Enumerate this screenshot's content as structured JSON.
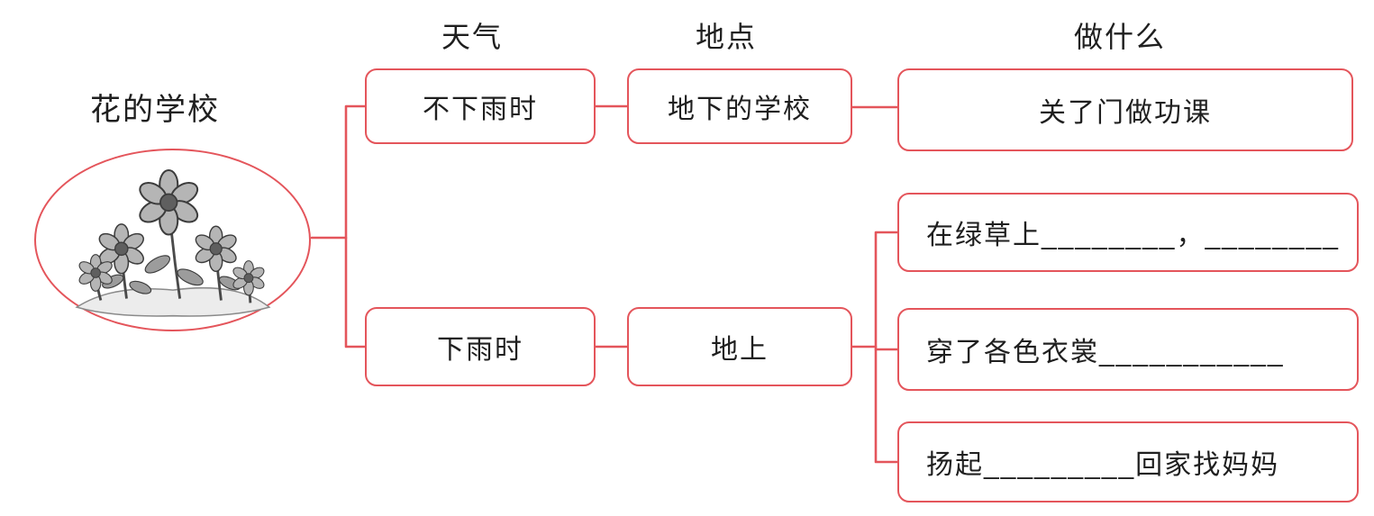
{
  "colors": {
    "accent": "#e4555b",
    "text": "#1f1f1f",
    "background": "#ffffff"
  },
  "root": {
    "title": "花的学校"
  },
  "headers": {
    "weather": "天气",
    "place": "地点",
    "action": "做什么"
  },
  "branches": {
    "no_rain": {
      "weather": "不下雨时",
      "place": "地下的学校",
      "action": "关了门做功课"
    },
    "rain": {
      "weather": "下雨时",
      "place": "地上",
      "actions": {
        "grass": "在绿草上________，________",
        "clothes": "穿了各色衣裳___________",
        "home": "扬起_________回家找妈妈"
      }
    }
  }
}
